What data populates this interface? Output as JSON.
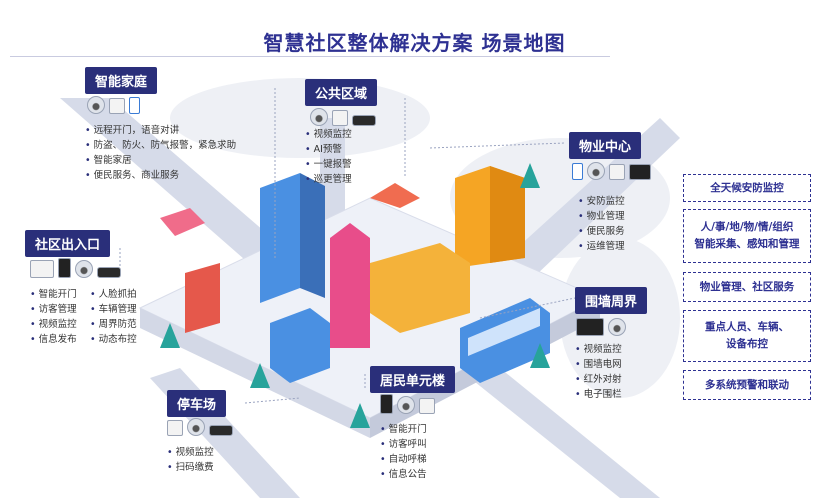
{
  "title": "智慧社区整体解决方案   场景地图",
  "colors": {
    "brand": "#2a2f7a",
    "title": "#2e3192",
    "road": "#cfd5e6",
    "platform": "#eef1f8"
  },
  "sections": {
    "smart_home": {
      "label": "智能家庭",
      "features": [
        "远程开门，语音对讲",
        "防盗、防火、防气报警，紧急求助",
        "智能家居",
        "便民服务、商业服务"
      ],
      "devices": [
        "camera-icon",
        "panel-icon",
        "phone-icon"
      ]
    },
    "public_area": {
      "label": "公共区域",
      "features": [
        "视频监控",
        "AI预警",
        "一键报警",
        "巡更管理"
      ],
      "devices": [
        "camera-icon",
        "panel-icon",
        "gun-camera-icon"
      ]
    },
    "property_center": {
      "label": "物业中心",
      "features": [
        "安防监控",
        "物业管理",
        "便民服务",
        "运维管理"
      ],
      "devices": [
        "phone-icon",
        "camera-icon",
        "panel-icon",
        "monitor-icon"
      ]
    },
    "entrance": {
      "label": "社区出入口",
      "features_left": [
        "智能开门",
        "访客管理",
        "视频监控",
        "信息发布"
      ],
      "features_right": [
        "人脸抓拍",
        "车辆管理",
        "周界防范",
        "动态布控"
      ],
      "devices": [
        "gate-icon",
        "tablet-icon",
        "camera-icon",
        "gun-camera-icon"
      ]
    },
    "perimeter": {
      "label": "围墙周界",
      "features": [
        "视频监控",
        "围墙电网",
        "红外对射",
        "电子围栏"
      ],
      "devices": [
        "monitor-icon",
        "camera-icon"
      ]
    },
    "parking": {
      "label": "停车场",
      "features": [
        "视频监控",
        "扫码缴费"
      ],
      "devices": [
        "panel-icon",
        "camera-icon",
        "gun-camera-icon"
      ]
    },
    "residential": {
      "label": "居民单元楼",
      "features": [
        "智能开门",
        "访客呼叫",
        "自动呼梯",
        "信息公告"
      ],
      "devices": [
        "tablet-icon",
        "camera-icon",
        "panel-icon"
      ]
    }
  },
  "right_panel": [
    "全天候安防监控",
    "人/事/地/物/情/组织\n智能采集、感知和管理",
    "物业管理、社区服务",
    "重点人员、车辆、\n设备布控",
    "多系统预警和联动"
  ]
}
